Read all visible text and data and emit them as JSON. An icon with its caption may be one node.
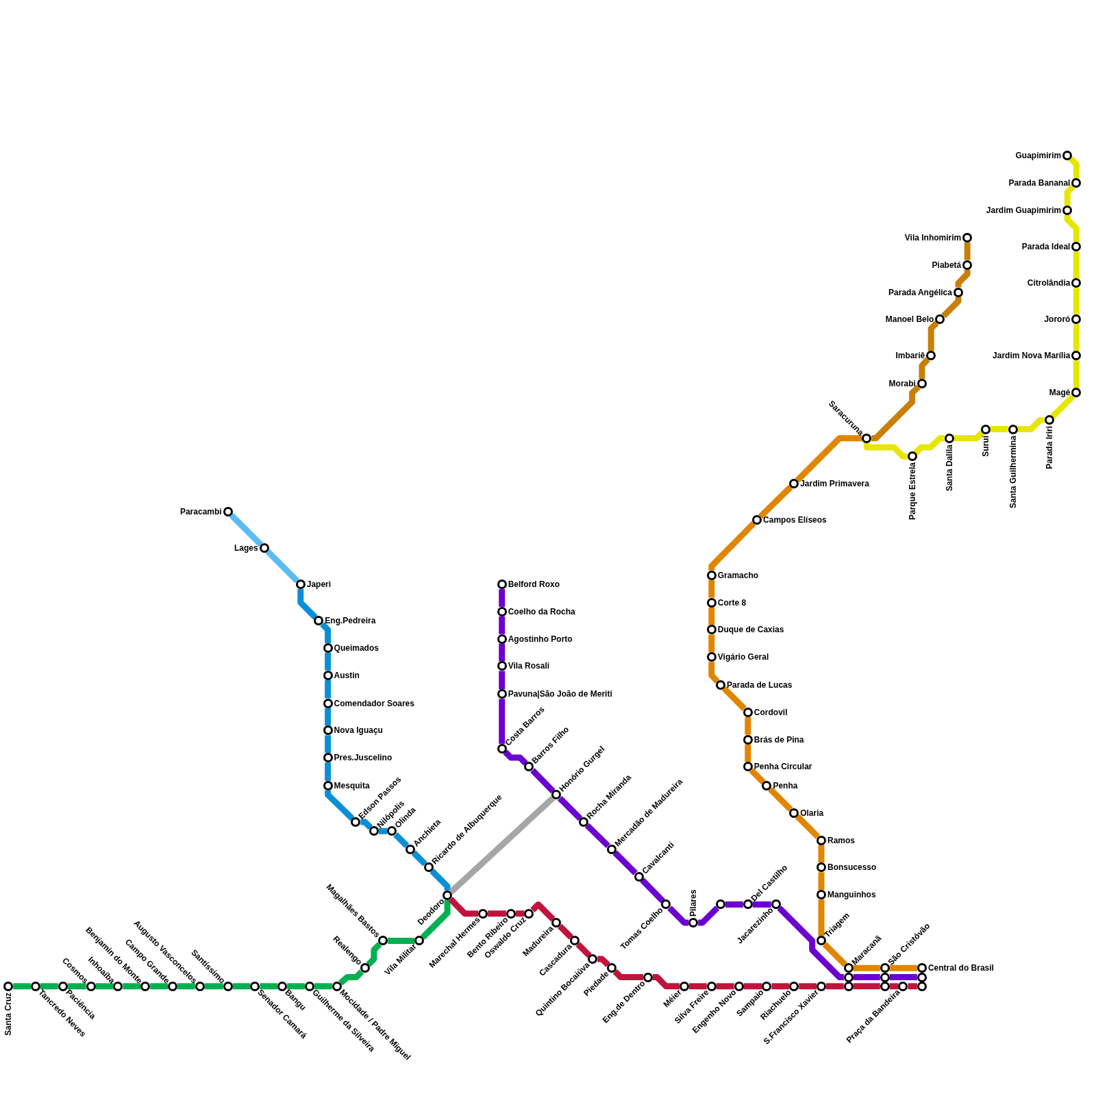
{
  "diagram": {
    "nodes": [
      {
        "text": [
          "Santa Cruz"
        ]
      },
      {
        "text": [
          "Tancredo Neves"
        ]
      },
      {
        "text": [
          "Paciência"
        ]
      },
      {
        "text": [
          "Cosmos"
        ]
      },
      {
        "text": [
          "Inhoaíba"
        ]
      },
      {
        "text": [
          "Benjamin do Monte"
        ]
      },
      {
        "text": [
          "Campo Grande"
        ]
      },
      {
        "text": [
          "Augusto Vasconcelos"
        ]
      },
      {
        "text": [
          "Santíssimo"
        ]
      },
      {
        "text": [
          "Senador Camará"
        ]
      },
      {
        "text": [
          "Bangu"
        ]
      },
      {
        "text": [
          "Guilherme da Silveira"
        ]
      },
      {
        "text": [
          "Mocidade / Padre Miguel"
        ]
      },
      {
        "text": [
          "Realengo"
        ]
      },
      {
        "text": [
          "Magalhães Bastos"
        ]
      },
      {
        "text": [
          "Vila Militar"
        ]
      },
      {
        "text": [
          "Deodoro"
        ]
      },
      {
        "text": [
          "Paracambi"
        ]
      },
      {
        "text": [
          "Lages"
        ]
      },
      {
        "text": [
          "Japeri"
        ]
      },
      {
        "text": [
          "Eng.Pedreira"
        ]
      },
      {
        "text": [
          "Queimados"
        ]
      },
      {
        "text": [
          "Austin"
        ]
      },
      {
        "text": [
          "Comendador Soares"
        ]
      },
      {
        "text": [
          "Nova Iguaçu"
        ]
      },
      {
        "text": [
          "Pres.Juscelino"
        ]
      },
      {
        "text": [
          "Mesquita"
        ]
      },
      {
        "text": [
          "Edson Passos"
        ]
      },
      {
        "text": [
          "Nilópolis"
        ]
      },
      {
        "text": [
          "Olinda"
        ]
      },
      {
        "text": [
          "Anchieta"
        ]
      },
      {
        "text": [
          "Ricardo de Albuquerque"
        ]
      },
      {
        "text": [
          "Belford Roxo"
        ]
      },
      {
        "text": [
          "Coelho da Rocha"
        ]
      },
      {
        "text": [
          "Agostinho Porto"
        ]
      },
      {
        "text": [
          "Vila Rosali"
        ]
      },
      {
        "text": [
          "Pavuna|São João de Meriti"
        ]
      },
      {
        "text": [
          "Costa Barros"
        ]
      },
      {
        "text": [
          "Barros Filho"
        ]
      },
      {
        "text": [
          "Honório Gurgel"
        ]
      },
      {
        "text": [
          "Rocha Miranda"
        ]
      },
      {
        "text": [
          "Mercadão de Madureira"
        ]
      },
      {
        "text": [
          "Cavalcanti"
        ]
      },
      {
        "text": [
          "Tomas Coelho"
        ]
      },
      {
        "text": [
          "Pilares"
        ]
      },
      {
        "text": [],
        "shape": "circle"
      },
      {
        "text": [
          "Del Castilho"
        ]
      },
      {
        "text": [
          "Jacarezinho"
        ]
      },
      {
        "text": [
          "Marechal Hermes"
        ]
      },
      {
        "text": [
          "Bento Ribeiro"
        ]
      },
      {
        "text": [
          "Oswaldo Cruz"
        ]
      },
      {
        "text": [
          "Madureira"
        ]
      },
      {
        "text": [
          "Cascadura"
        ]
      },
      {
        "text": [
          "Quintino Bocaiúva"
        ]
      },
      {
        "text": [
          "Piedade"
        ]
      },
      {
        "text": [
          "Eng.de Dentro"
        ]
      },
      {
        "text": [
          "Méier"
        ]
      },
      {
        "text": [
          "Silva Freire"
        ]
      },
      {
        "text": [
          "Engenho Novo"
        ]
      },
      {
        "text": [
          "Sampaio"
        ]
      },
      {
        "text": [
          "Riachuelo"
        ]
      },
      {
        "text": [
          "S.Francisco Xavier"
        ]
      },
      {
        "text": [],
        "shape": "circle"
      },
      {
        "text": [],
        "shape": "circle"
      },
      {
        "text": [
          "Praça da Bandeira"
        ]
      },
      {
        "text": [],
        "shape": "circle"
      },
      {
        "text": [
          "Saracuruna"
        ]
      },
      {
        "text": [
          "Jardim Primavera"
        ]
      },
      {
        "text": [
          "Campos Elíseos"
        ]
      },
      {
        "text": [
          "Gramacho"
        ]
      },
      {
        "text": [
          "Corte 8"
        ]
      },
      {
        "text": [
          "Duque de Caxias"
        ]
      },
      {
        "text": [
          "Vigário Geral"
        ]
      },
      {
        "text": [
          "Parada de Lucas"
        ]
      },
      {
        "text": [
          "Cordovil"
        ]
      },
      {
        "text": [
          "Brás de Pina"
        ]
      },
      {
        "text": [
          "Penha Circular"
        ]
      },
      {
        "text": [
          "Penha"
        ]
      },
      {
        "text": [
          "Olaria"
        ]
      },
      {
        "text": [
          "Ramos"
        ]
      },
      {
        "text": [
          "Bonsucesso"
        ]
      },
      {
        "text": [
          "Manguinhos"
        ]
      },
      {
        "text": [
          "Triagem"
        ]
      },
      {
        "text": [
          "Maracanã"
        ]
      },
      {
        "text": [
          "São Cristóvão"
        ]
      },
      {
        "text": [
          "Central do Brasil"
        ]
      },
      {
        "text": [],
        "shape": "circle"
      },
      {
        "text": [],
        "shape": "circle"
      },
      {
        "text": [],
        "shape": "circle"
      },
      {
        "text": [
          "Morabi"
        ]
      },
      {
        "text": [
          "Imbariê"
        ]
      },
      {
        "text": [
          "Manoel Belo"
        ]
      },
      {
        "text": [
          "Parada Angélica"
        ]
      },
      {
        "text": [
          "Piabetá"
        ]
      },
      {
        "text": [
          "Vila Inhomirim"
        ]
      },
      {
        "text": [
          "Parque Estrela"
        ]
      },
      {
        "text": [
          "Santa Dalila"
        ]
      },
      {
        "text": [
          "Suruí"
        ]
      },
      {
        "text": [
          "Santa Guilhermina"
        ]
      },
      {
        "text": [
          "Parada Iriri"
        ]
      },
      {
        "text": [
          "Magé"
        ]
      },
      {
        "text": [
          "Jardim Nova Marília"
        ]
      },
      {
        "text": [
          "Jororó"
        ]
      },
      {
        "text": [
          "Citrolândia"
        ]
      },
      {
        "text": [
          "Parada Ideal"
        ]
      },
      {
        "text": [
          "Jardim Guapimirim"
        ]
      },
      {
        "text": [
          "Parada Bananal"
        ]
      },
      {
        "text": [
          "Guapimirim"
        ]
      }
    ],
    "edges": [
      {
        "from": 0,
        "to": 1,
        "arrow": "none",
        "color": "#00b050"
      },
      {
        "from": 1,
        "to": 2,
        "arrow": "none",
        "color": "#00b050"
      },
      {
        "from": 2,
        "to": 3,
        "arrow": "none",
        "color": "#00b050"
      },
      {
        "from": 3,
        "to": 4,
        "arrow": "none",
        "color": "#00b050"
      },
      {
        "from": 4,
        "to": 5,
        "arrow": "none",
        "color": "#00b050"
      },
      {
        "from": 5,
        "to": 6,
        "arrow": "none",
        "color": "#00b050"
      },
      {
        "from": 6,
        "to": 7,
        "arrow": "none",
        "color": "#00b050"
      },
      {
        "from": 7,
        "to": 8,
        "arrow": "none",
        "color": "#00b050"
      },
      {
        "from": 8,
        "to": 9,
        "arrow": "none",
        "color": "#00b050"
      },
      {
        "from": 9,
        "to": 10,
        "arrow": "none",
        "color": "#00b050"
      },
      {
        "from": 10,
        "to": 11,
        "arrow": "none",
        "color": "#00b050"
      },
      {
        "from": 11,
        "to": 12,
        "arrow": "none",
        "color": "#00b050"
      },
      {
        "from": 12,
        "to": 13,
        "arrow": "none",
        "color": "#00b050"
      },
      {
        "from": 13,
        "to": 14,
        "arrow": "none",
        "color": "#00b050"
      },
      {
        "from": 14,
        "to": 15,
        "arrow": "none",
        "color": "#00b050"
      },
      {
        "from": 15,
        "to": 16,
        "arrow": "none",
        "color": "#00b050"
      },
      {
        "from": 17,
        "to": 18,
        "arrow": "none",
        "color": "#5bbcf5"
      },
      {
        "from": 18,
        "to": 19,
        "arrow": "none",
        "color": "#5bbcf5"
      },
      {
        "from": 19,
        "to": 20,
        "arrow": "none",
        "color": "#0a8fd6"
      },
      {
        "from": 20,
        "to": 21,
        "arrow": "none",
        "color": "#0a8fd6"
      },
      {
        "from": 21,
        "to": 22,
        "arrow": "none",
        "color": "#0a8fd6"
      },
      {
        "from": 22,
        "to": 23,
        "arrow": "none",
        "color": "#0a8fd6"
      },
      {
        "from": 23,
        "to": 24,
        "arrow": "none",
        "color": "#0a8fd6"
      },
      {
        "from": 24,
        "to": 25,
        "arrow": "none",
        "color": "#0a8fd6"
      },
      {
        "from": 25,
        "to": 26,
        "arrow": "none",
        "color": "#0a8fd6"
      },
      {
        "from": 26,
        "to": 27,
        "arrow": "none",
        "color": "#0a8fd6"
      },
      {
        "from": 27,
        "to": 28,
        "arrow": "none",
        "color": "#0a8fd6"
      },
      {
        "from": 28,
        "to": 29,
        "arrow": "none",
        "color": "#0a8fd6"
      },
      {
        "from": 29,
        "to": 30,
        "arrow": "none",
        "color": "#0a8fd6"
      },
      {
        "from": 30,
        "to": 31,
        "arrow": "none",
        "color": "#0a8fd6"
      },
      {
        "from": 31,
        "to": 16,
        "arrow": "none",
        "color": "#0a8fd6"
      },
      {
        "from": 16,
        "to": 39,
        "arrow": "none",
        "color": "#a6a6a6"
      },
      {
        "from": 32,
        "to": 33,
        "arrow": "none",
        "color": "#6c00d0"
      },
      {
        "from": 33,
        "to": 34,
        "arrow": "none",
        "color": "#6c00d0"
      },
      {
        "from": 34,
        "to": 35,
        "arrow": "none",
        "color": "#6c00d0"
      },
      {
        "from": 35,
        "to": 36,
        "arrow": "none",
        "color": "#6c00d0"
      },
      {
        "from": 36,
        "to": 37,
        "arrow": "none",
        "color": "#6c00d0"
      },
      {
        "from": 37,
        "to": 38,
        "arrow": "none",
        "color": "#6c00d0"
      },
      {
        "from": 38,
        "to": 39,
        "arrow": "none",
        "color": "#6c00d0"
      },
      {
        "from": 39,
        "to": 40,
        "arrow": "none",
        "color": "#6c00d0"
      },
      {
        "from": 40,
        "to": 41,
        "arrow": "none",
        "color": "#6c00d0"
      },
      {
        "from": 41,
        "to": 42,
        "arrow": "none",
        "color": "#6c00d0"
      },
      {
        "from": 42,
        "to": 43,
        "arrow": "none",
        "color": "#6c00d0"
      },
      {
        "from": 43,
        "to": 44,
        "arrow": "none",
        "color": "#6c00d0"
      },
      {
        "from": 44,
        "to": 45,
        "arrow": "none",
        "color": "#6c00d0"
      },
      {
        "from": 45,
        "to": 46,
        "arrow": "none",
        "color": "#6c00d0"
      },
      {
        "from": 46,
        "to": 47,
        "arrow": "none",
        "color": "#6c00d0"
      },
      {
        "from": 47,
        "to": 86,
        "arrow": "none",
        "color": "#6c00d0"
      },
      {
        "from": 86,
        "to": 87,
        "arrow": "none",
        "color": "#6c00d0"
      },
      {
        "from": 87,
        "to": 88,
        "arrow": "none",
        "color": "#6c00d0"
      },
      {
        "from": 16,
        "to": 48,
        "arrow": "none",
        "color": "#c0143c"
      },
      {
        "from": 48,
        "to": 49,
        "arrow": "none",
        "color": "#c0143c"
      },
      {
        "from": 49,
        "to": 50,
        "arrow": "none",
        "color": "#c0143c"
      },
      {
        "from": 50,
        "to": 51,
        "arrow": "none",
        "color": "#c0143c"
      },
      {
        "from": 51,
        "to": 52,
        "arrow": "none",
        "color": "#c0143c"
      },
      {
        "from": 52,
        "to": 53,
        "arrow": "none",
        "color": "#c0143c"
      },
      {
        "from": 53,
        "to": 54,
        "arrow": "none",
        "color": "#c0143c"
      },
      {
        "from": 54,
        "to": 55,
        "arrow": "none",
        "color": "#c0143c"
      },
      {
        "from": 55,
        "to": 56,
        "arrow": "none",
        "color": "#c0143c"
      },
      {
        "from": 56,
        "to": 57,
        "arrow": "none",
        "color": "#c0143c"
      },
      {
        "from": 57,
        "to": 58,
        "arrow": "none",
        "color": "#c0143c"
      },
      {
        "from": 58,
        "to": 59,
        "arrow": "none",
        "color": "#c0143c"
      },
      {
        "from": 59,
        "to": 60,
        "arrow": "none",
        "color": "#c0143c"
      },
      {
        "from": 60,
        "to": 61,
        "arrow": "none",
        "color": "#c0143c"
      },
      {
        "from": 61,
        "to": 62,
        "arrow": "none",
        "color": "#c0143c"
      },
      {
        "from": 62,
        "to": 63,
        "arrow": "none",
        "color": "#c0143c"
      },
      {
        "from": 63,
        "to": 64,
        "arrow": "none",
        "color": "#c0143c"
      },
      {
        "from": 64,
        "to": 65,
        "arrow": "none",
        "color": "#c0143c"
      },
      {
        "from": 66,
        "to": 67,
        "arrow": "none",
        "color": "#e08600"
      },
      {
        "from": 67,
        "to": 68,
        "arrow": "none",
        "color": "#e08600"
      },
      {
        "from": 68,
        "to": 69,
        "arrow": "none",
        "color": "#e08600"
      },
      {
        "from": 69,
        "to": 70,
        "arrow": "none",
        "color": "#e08600"
      },
      {
        "from": 70,
        "to": 71,
        "arrow": "none",
        "color": "#e08600"
      },
      {
        "from": 71,
        "to": 72,
        "arrow": "none",
        "color": "#e08600"
      },
      {
        "from": 72,
        "to": 73,
        "arrow": "none",
        "color": "#e08600"
      },
      {
        "from": 73,
        "to": 74,
        "arrow": "none",
        "color": "#e08600"
      },
      {
        "from": 74,
        "to": 75,
        "arrow": "none",
        "color": "#e08600"
      },
      {
        "from": 75,
        "to": 76,
        "arrow": "none",
        "color": "#e08600"
      },
      {
        "from": 76,
        "to": 77,
        "arrow": "none",
        "color": "#e08600"
      },
      {
        "from": 77,
        "to": 78,
        "arrow": "none",
        "color": "#e08600"
      },
      {
        "from": 78,
        "to": 79,
        "arrow": "none",
        "color": "#e08600"
      },
      {
        "from": 79,
        "to": 80,
        "arrow": "none",
        "color": "#e08600"
      },
      {
        "from": 80,
        "to": 81,
        "arrow": "none",
        "color": "#e08600"
      },
      {
        "from": 81,
        "to": 82,
        "arrow": "none",
        "color": "#e08600"
      },
      {
        "from": 82,
        "to": 83,
        "arrow": "none",
        "color": "#e08600"
      },
      {
        "from": 83,
        "to": 84,
        "arrow": "none",
        "color": "#e08600"
      },
      {
        "from": 84,
        "to": 85,
        "arrow": "none",
        "color": "#e08600"
      },
      {
        "from": 66,
        "to": 89,
        "arrow": "none",
        "color": "#c8800a"
      },
      {
        "from": 89,
        "to": 90,
        "arrow": "none",
        "color": "#c8800a"
      },
      {
        "from": 90,
        "to": 91,
        "arrow": "none",
        "color": "#c8800a"
      },
      {
        "from": 91,
        "to": 92,
        "arrow": "none",
        "color": "#c8800a"
      },
      {
        "from": 92,
        "to": 93,
        "arrow": "none",
        "color": "#c8800a"
      },
      {
        "from": 93,
        "to": 94,
        "arrow": "none",
        "color": "#c8800a"
      },
      {
        "from": 66,
        "to": 95,
        "arrow": "none",
        "color": "#e6e600"
      },
      {
        "from": 95,
        "to": 96,
        "arrow": "none",
        "color": "#e6e600"
      },
      {
        "from": 96,
        "to": 97,
        "arrow": "none",
        "color": "#e6e600"
      },
      {
        "from": 97,
        "to": 98,
        "arrow": "none",
        "color": "#e6e600"
      },
      {
        "from": 98,
        "to": 99,
        "arrow": "none",
        "color": "#e6e600"
      },
      {
        "from": 99,
        "to": 100,
        "arrow": "none",
        "color": "#e6e600"
      },
      {
        "from": 100,
        "to": 101,
        "arrow": "none",
        "color": "#e6e600"
      },
      {
        "from": 101,
        "to": 102,
        "arrow": "none",
        "color": "#e6e600"
      },
      {
        "from": 102,
        "to": 103,
        "arrow": "none",
        "color": "#e6e600"
      },
      {
        "from": 103,
        "to": 104,
        "arrow": "none",
        "color": "#e6e600"
      },
      {
        "from": 104,
        "to": 105,
        "arrow": "none",
        "color": "#e6e600"
      },
      {
        "from": 105,
        "to": 106,
        "arrow": "none",
        "color": "#e6e600"
      },
      {
        "from": 106,
        "to": 107,
        "arrow": "none",
        "color": "#e6e600"
      }
    ]
  }
}
